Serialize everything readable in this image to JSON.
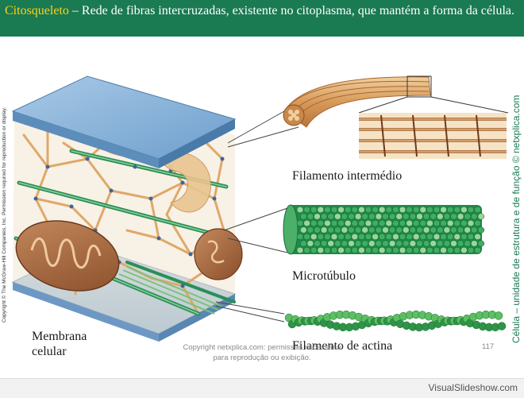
{
  "title": {
    "keyword": "Citosqueleto",
    "text": " – Rede de fibras intercruzadas, existente no citoplasma, que mantém a forma da célula."
  },
  "labels": {
    "intermediate_filament": "Filamento intermédio",
    "microtubule": "Microtúbulo",
    "actin_filament": "Filamento de actina",
    "membrane_line1": "Membrana",
    "membrane_line2": "celular"
  },
  "side_text": {
    "copyright": "Copyright © The McGraw-Hill Companies, Inc. Permission required for reproduction or display.",
    "site": "Célula – unidade de estrutura e de função © netxplica.com"
  },
  "footer": {
    "note": "Copyright netxplica.com: permissão necessária para reprodução ou exibição.",
    "page": "117"
  },
  "watermark": "VisualSlideshow.com",
  "colors": {
    "title_bg": "#1a7a52",
    "keyword": "#ffd21a",
    "membrane": "#8fb8dc",
    "cytoskeleton": "#e8b27a",
    "microtubule_dark": "#1f8a4a",
    "microtubule_light": "#7ac77a",
    "mitochondrion": "#a3643c"
  }
}
